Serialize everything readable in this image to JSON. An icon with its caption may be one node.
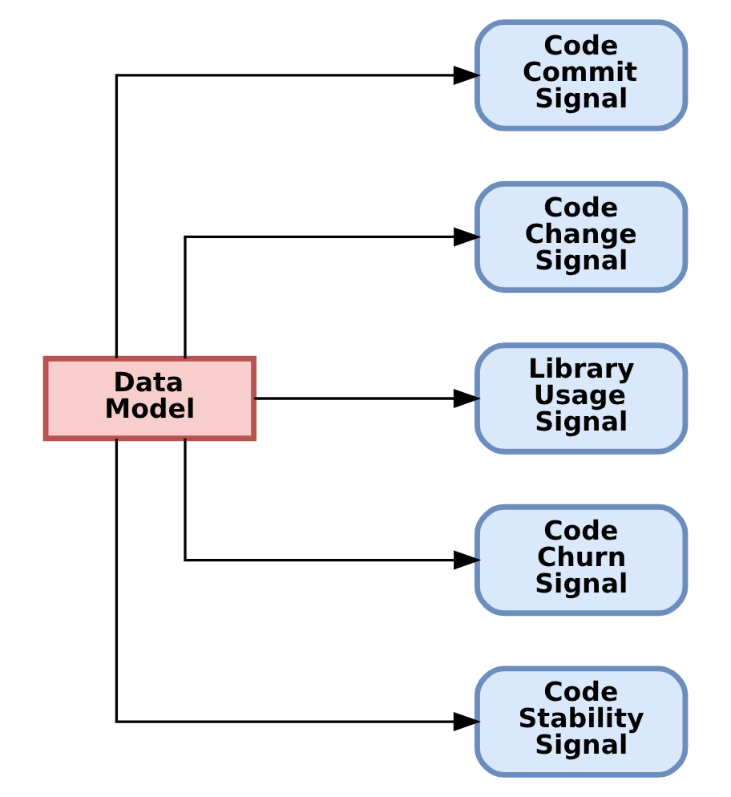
{
  "diagram": {
    "nodes": [
      {
        "text": [
          "Data Model"
        ]
      },
      {
        "text": [
          "Code Commit Signal"
        ]
      },
      {
        "text": [
          "Code Change Signal"
        ]
      },
      {
        "text": [
          "Library Usage Signal"
        ]
      },
      {
        "text": [
          "Code Churn Signal"
        ]
      },
      {
        "text": [
          "Code Stability Signal"
        ]
      }
    ],
    "edges": [
      {
        "from": 0,
        "to": 1,
        "arrow": "to"
      },
      {
        "from": 0,
        "to": 2,
        "arrow": "to"
      },
      {
        "from": 0,
        "to": 3,
        "arrow": "to"
      },
      {
        "from": 0,
        "to": 4,
        "arrow": "to"
      },
      {
        "from": 0,
        "to": 5,
        "arrow": "to"
      }
    ]
  }
}
